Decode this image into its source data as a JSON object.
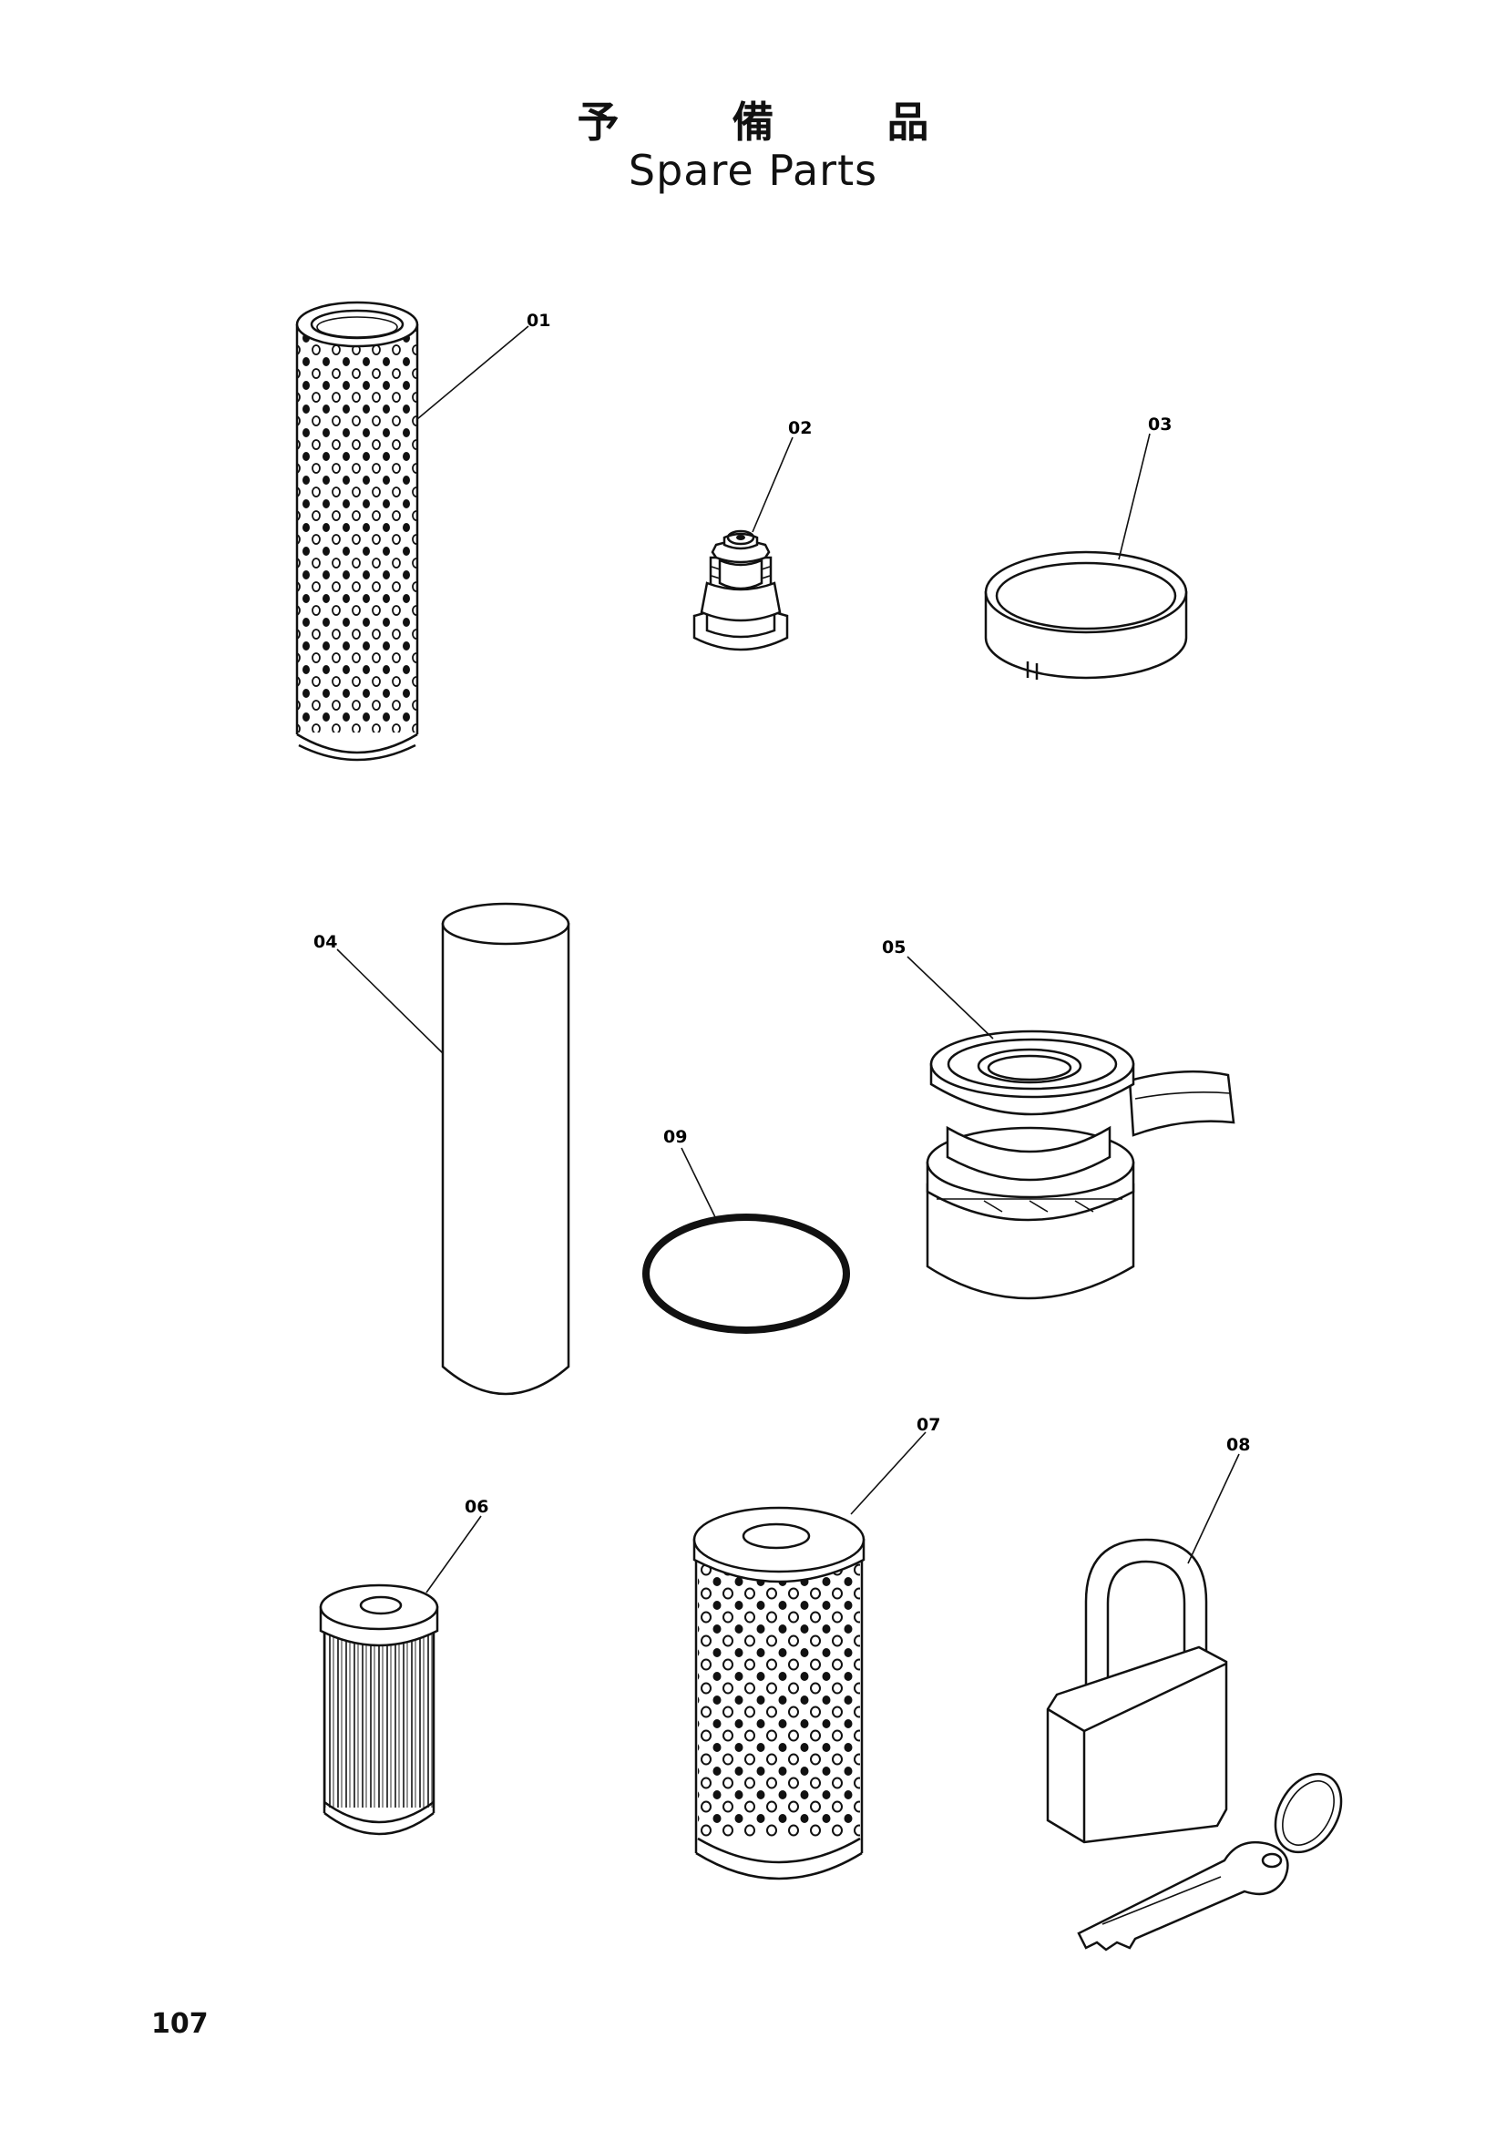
{
  "title": {
    "japanese": "予 備 品",
    "english": "Spare Parts"
  },
  "page_number": "107",
  "parts": [
    {
      "no": "01",
      "depicts": "strainer-element-perforated"
    },
    {
      "no": "02",
      "depicts": "grease-nipple"
    },
    {
      "no": "03",
      "depicts": "split-ring"
    },
    {
      "no": "04",
      "depicts": "cylindrical-element"
    },
    {
      "no": "05",
      "depicts": "seal-kit-with-tape"
    },
    {
      "no": "06",
      "depicts": "pleated-filter-element"
    },
    {
      "no": "07",
      "depicts": "perforated-filter-element"
    },
    {
      "no": "08",
      "depicts": "padlock-and-key"
    },
    {
      "no": "09",
      "depicts": "o-ring"
    }
  ]
}
